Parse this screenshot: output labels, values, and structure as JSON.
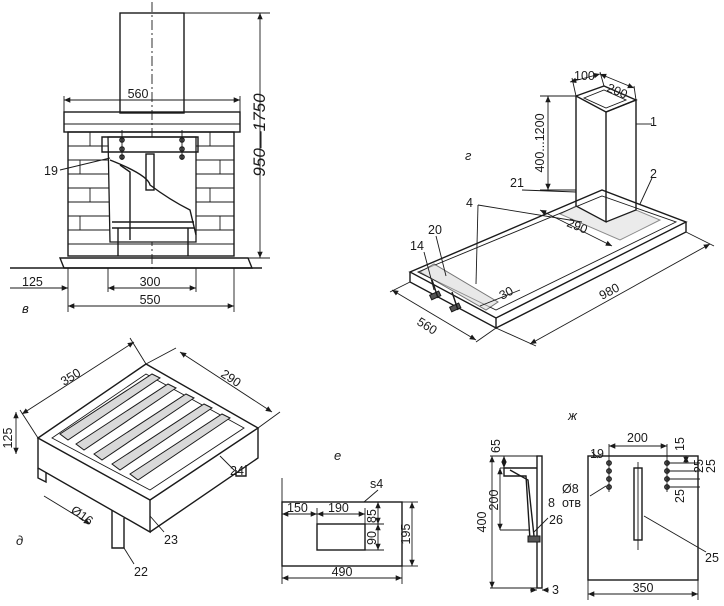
{
  "views": {
    "v": {
      "label": "в",
      "dims": {
        "height": "950—1750",
        "top_width": "560",
        "inner": "300",
        "outer": "550",
        "offset": "125"
      },
      "callouts": [
        "19"
      ]
    },
    "g": {
      "label": "г",
      "dims": {
        "w100": "100",
        "w200": "200",
        "h": "400...1200",
        "d290": "290",
        "d30": "30",
        "d980": "980",
        "d560": "560"
      },
      "callouts": [
        "1",
        "2",
        "4",
        "21",
        "20",
        "14"
      ]
    },
    "d": {
      "label": "д",
      "dims": {
        "d350": "350",
        "d290": "290",
        "d125": "125",
        "dia": "Ø16"
      },
      "callouts": [
        "24",
        "23",
        "22"
      ]
    },
    "e": {
      "label": "е",
      "dims": {
        "thk": "s4",
        "d150": "150",
        "d190": "190",
        "d85": "85",
        "d90": "90",
        "d195": "195",
        "d490": "490"
      }
    },
    "zh": {
      "label": "ж",
      "dims": {
        "d65": "65",
        "d200v": "200",
        "d400": "400",
        "d3": "3",
        "d200": "200",
        "d15": "15",
        "d25a": "25",
        "d25b": "25",
        "d25c": "25",
        "d350": "350",
        "hole": "Ø8",
        "hole_note": "отв",
        "hole_count": "8"
      },
      "callouts": [
        "19",
        "26",
        "25"
      ]
    }
  }
}
